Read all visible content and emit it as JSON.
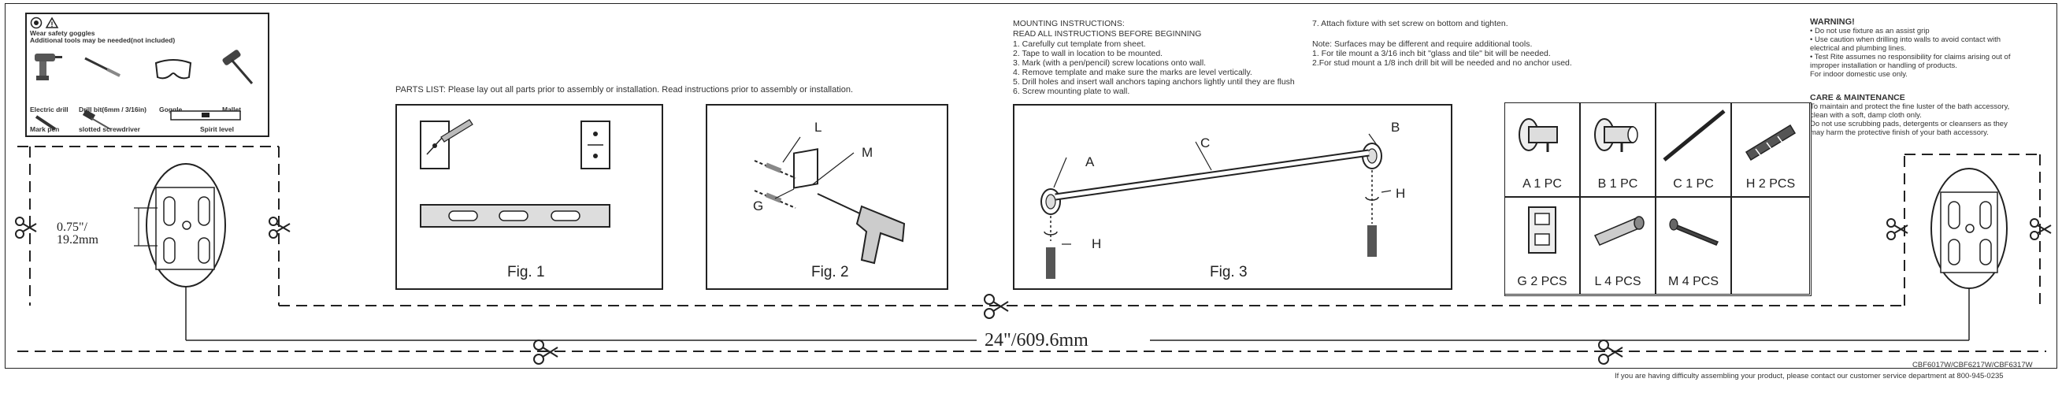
{
  "tools": {
    "safety_title": "Wear safety goggles",
    "safety_note": "Additional tools may be needed(not included)",
    "items": [
      "Electric drill",
      "Drill bit(6mm / 3/16in)",
      "Goggle",
      "Mallet",
      "Mark pen",
      "slotted screwdriver",
      "Spirit level"
    ]
  },
  "parts_list_text": "PARTS LIST: Please lay out all parts prior to assembly or installation.  Read instructions prior to assembly or installation.",
  "mounting": {
    "title": "MOUNTING INSTRUCTIONS:",
    "subtitle": "READ ALL INSTRUCTIONS BEFORE BEGINNING",
    "steps": [
      "1. Carefully cut template from sheet.",
      "2. Tape to wall in location to be mounted.",
      "3. Mark (with a pen/pencil) screw locations onto wall.",
      "4. Remove template and make sure the marks are level vertically.",
      "5. Drill holes and insert wall anchors taping anchors lightly until they are flush",
      "6. Screw mounting plate to wall."
    ],
    "step7": "7. Attach fixture with set screw on bottom and tighten.",
    "note": "Note: Surfaces may be different and require additional tools.",
    "note1": "1. For tile mount a 3/16 inch bit \"glass and tile\" bit will be needed.",
    "note2": "2.For stud mount a 1/8 inch drill bit will be needed and no anchor used."
  },
  "warning": {
    "title": "WARNING!",
    "lines": [
      "• Do not use fixture as an assist grip",
      "• Use caution when drilling into walls to avoid contact with",
      "   electrical and plumbing lines.",
      "• Test Rite assumes no responsibility for claims arising out of",
      "   improper installation or handling of products.",
      "   For indoor domestic use only."
    ]
  },
  "care": {
    "title": "CARE & MAINTENANCE",
    "lines": [
      "To maintain and protect the fine luster of the bath accessory,",
      "clean with a soft, damp cloth only.",
      "Do not use scrubbing pads, detergents or cleansers as they",
      "may harm the protective finish of your bath accessory."
    ]
  },
  "figures": {
    "fig1": "Fig. 1",
    "fig2": "Fig. 2",
    "fig3": "Fig. 3"
  },
  "fig2_labels": {
    "L": "L",
    "M": "M",
    "G": "G"
  },
  "fig3_labels": {
    "A": "A",
    "B": "B",
    "C": "C",
    "H1": "H",
    "H2": "H"
  },
  "parts": [
    {
      "caption": "A  1 PC"
    },
    {
      "caption": "B  1 PC"
    },
    {
      "caption": "C  1 PC"
    },
    {
      "caption": "H  2 PCS"
    },
    {
      "caption": "G  2 PCS"
    },
    {
      "caption": "L  4 PCS"
    },
    {
      "caption": "M  4 PCS"
    }
  ],
  "template": {
    "spacing_label": "0.75\"/",
    "spacing_label_mm": "19.2mm",
    "width_label": "24\"/609.6mm"
  },
  "model_codes": "CBF6017W/CBF6217W/CBF6317W",
  "footer": "If you are having difficulty assembling your product, please contact our customer service department at 800-945-0235"
}
